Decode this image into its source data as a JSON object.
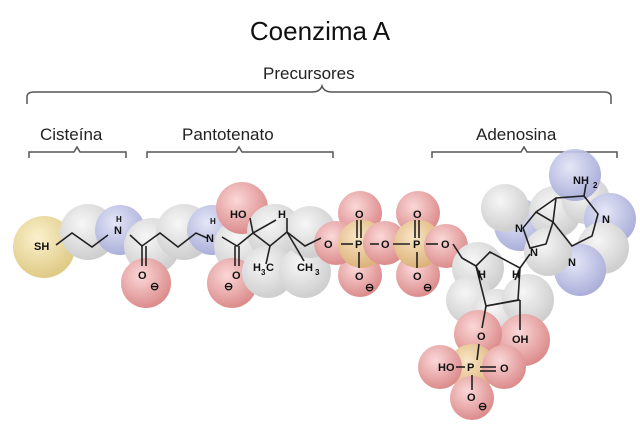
{
  "title": "Coenzima A",
  "precursors_label": "Precursores",
  "groups": {
    "cysteine": "Cisteína",
    "pantothenate": "Pantotenato",
    "adenosine": "Adenosina"
  },
  "atoms": {
    "thiol": "SH",
    "n": "N",
    "h": "H",
    "o": "O",
    "p": "P",
    "hydroxyl": "HO",
    "oh": "OH",
    "ch3": "CH",
    "h3c": "H",
    "c": "C",
    "nh2": "NH",
    "two": "2",
    "three": "3",
    "neg": "⊖"
  }
}
